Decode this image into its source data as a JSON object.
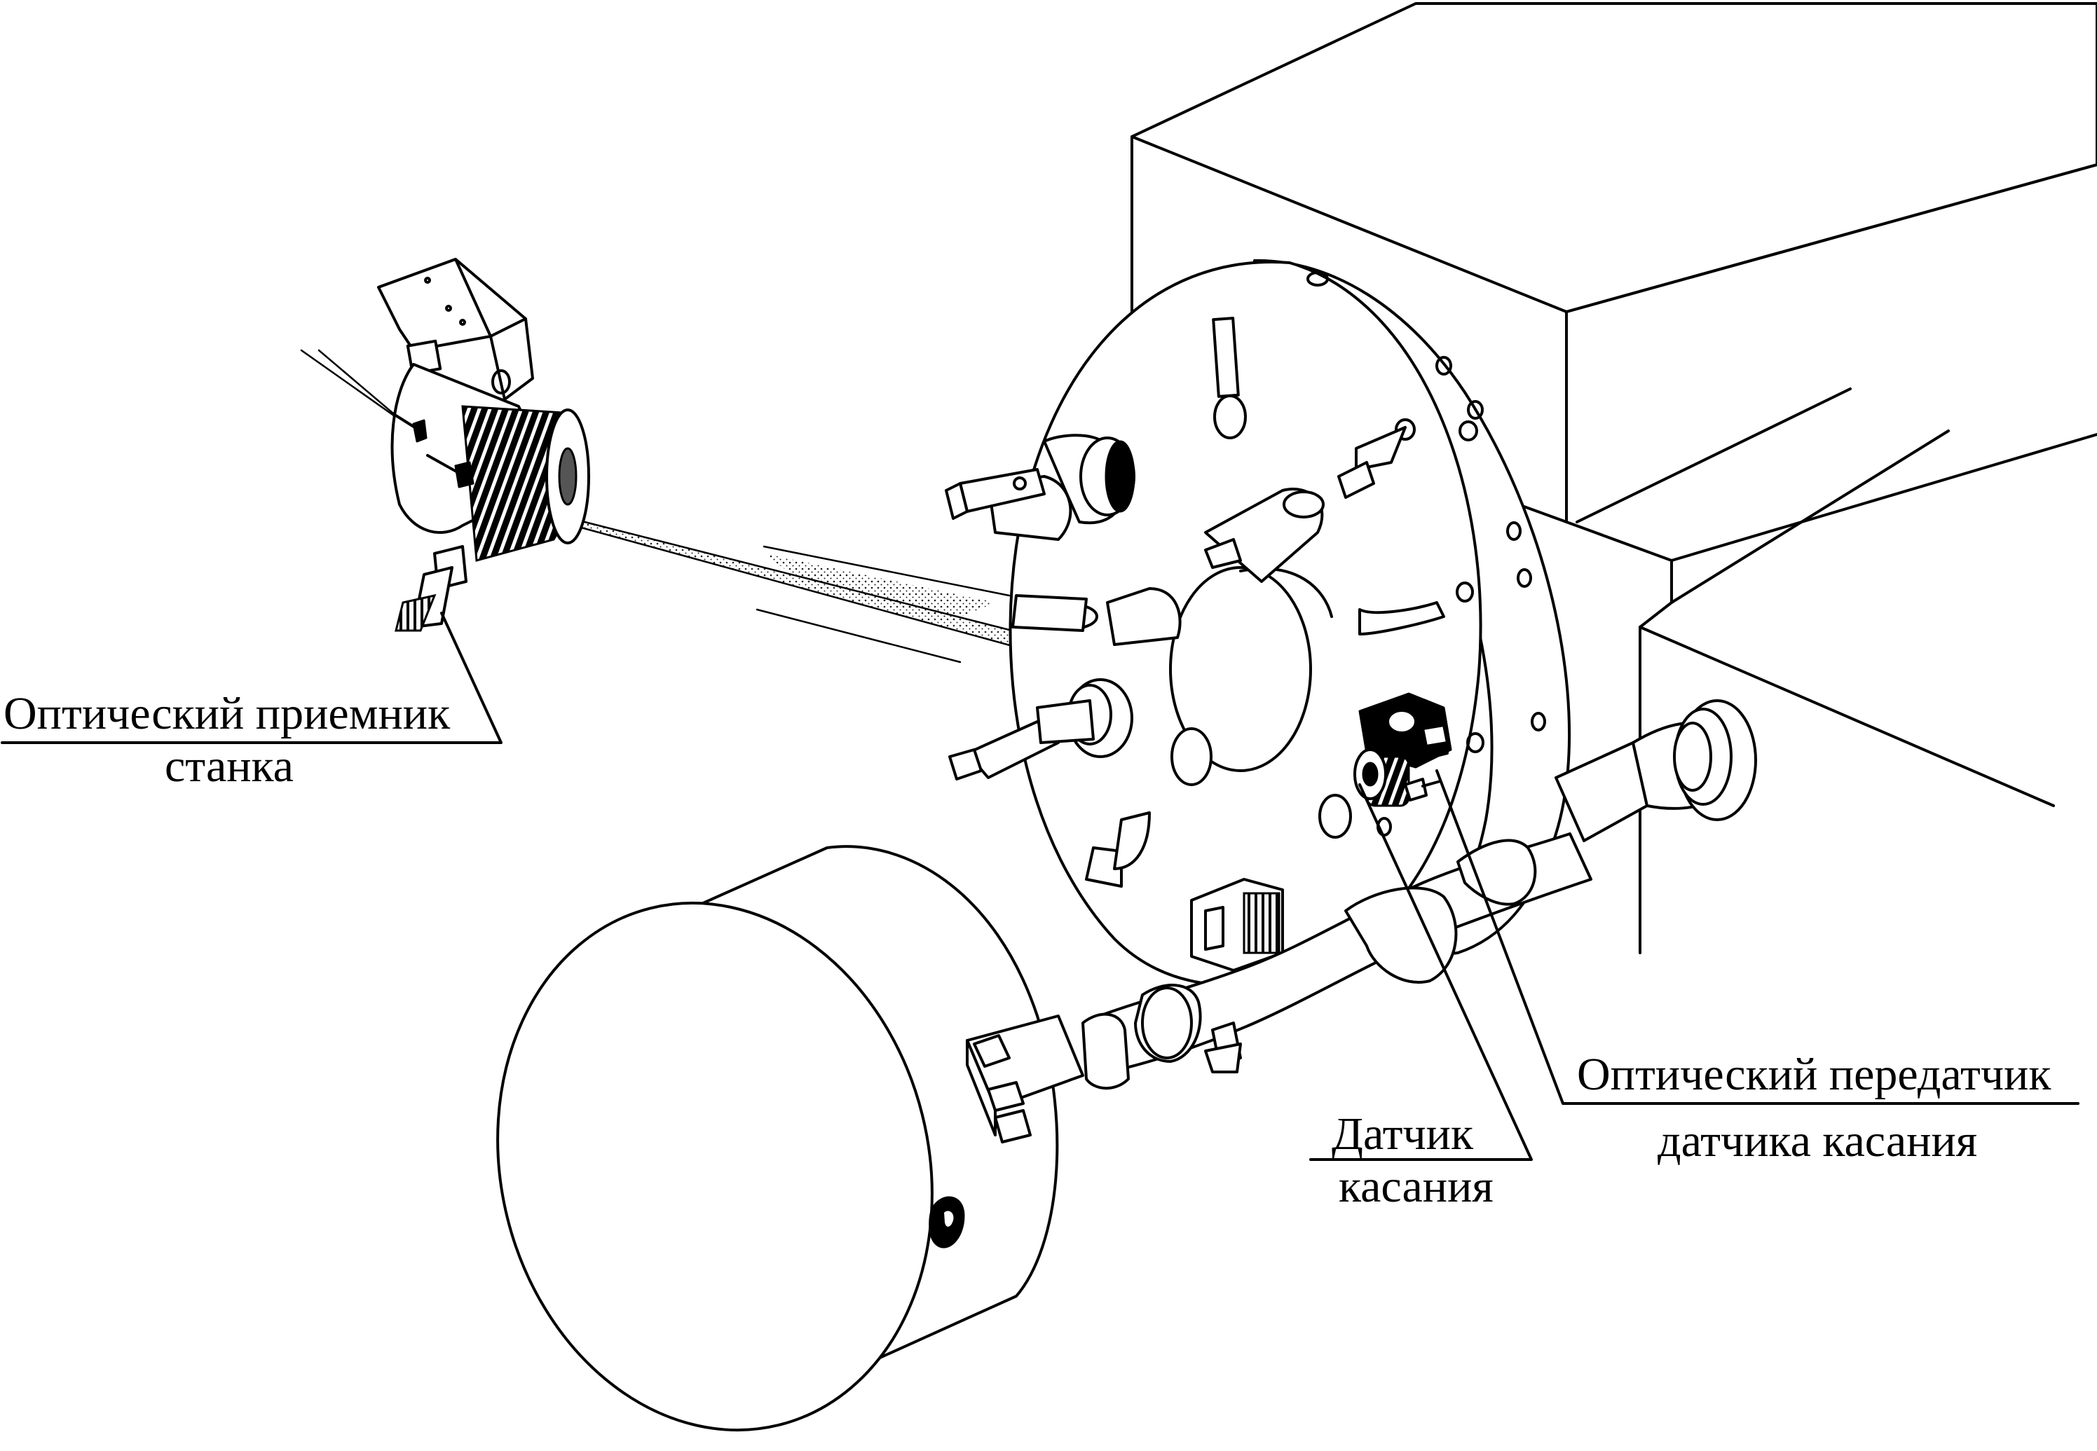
{
  "labels": {
    "receiver_line1": "Оптический приемник",
    "receiver_line2": "станка",
    "transmitter_line1": "Оптический передатчик",
    "transmitter_line2": "датчика касания",
    "probe_line1": "Датчик",
    "probe_line2": "касания"
  }
}
